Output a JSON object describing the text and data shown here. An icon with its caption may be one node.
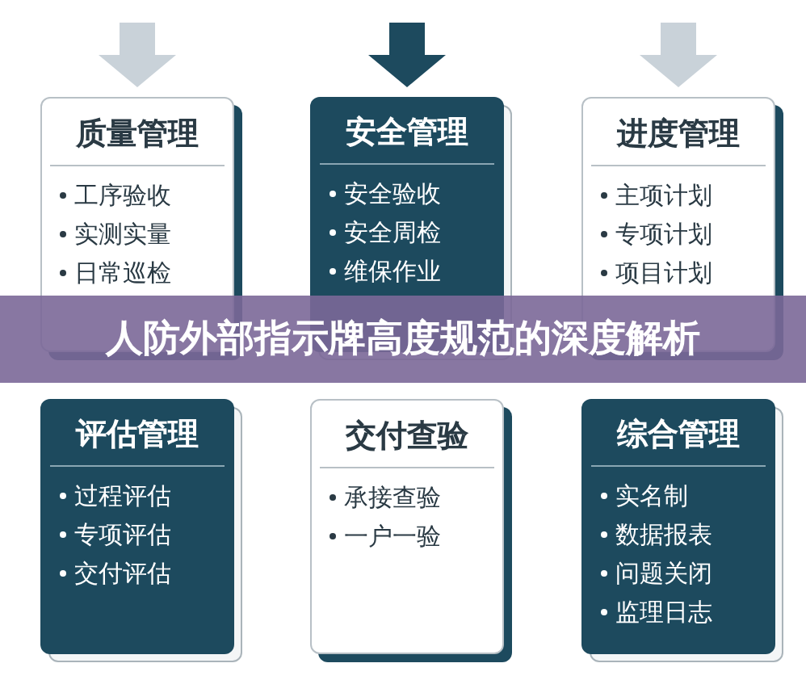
{
  "diagram": {
    "title": "人防外部指示牌高度规范的深度解析",
    "nodes": [
      {
        "text": [
          "质量管理",
          "工序验收",
          "实测实量",
          "日常巡检"
        ]
      },
      {
        "text": [
          "安全管理",
          "安全验收",
          "安全周检",
          "维保作业"
        ]
      },
      {
        "text": [
          "进度管理",
          "主项计划",
          "专项计划",
          "项目计划"
        ]
      },
      {
        "text": [
          "评估管理",
          "过程评估",
          "专项评估",
          "交付评估"
        ]
      },
      {
        "text": [
          "交付查验",
          "承接查验",
          "一户一验"
        ]
      },
      {
        "text": [
          "综合管理",
          "实名制",
          "数据报表",
          "问题关闭",
          "监理日志"
        ]
      }
    ],
    "edges": [
      {
        "from": null,
        "to": 0,
        "arrow": "to"
      },
      {
        "from": null,
        "to": 1,
        "arrow": "to",
        "color": "#1d4a5e"
      },
      {
        "from": null,
        "to": 2,
        "arrow": "to"
      }
    ]
  }
}
